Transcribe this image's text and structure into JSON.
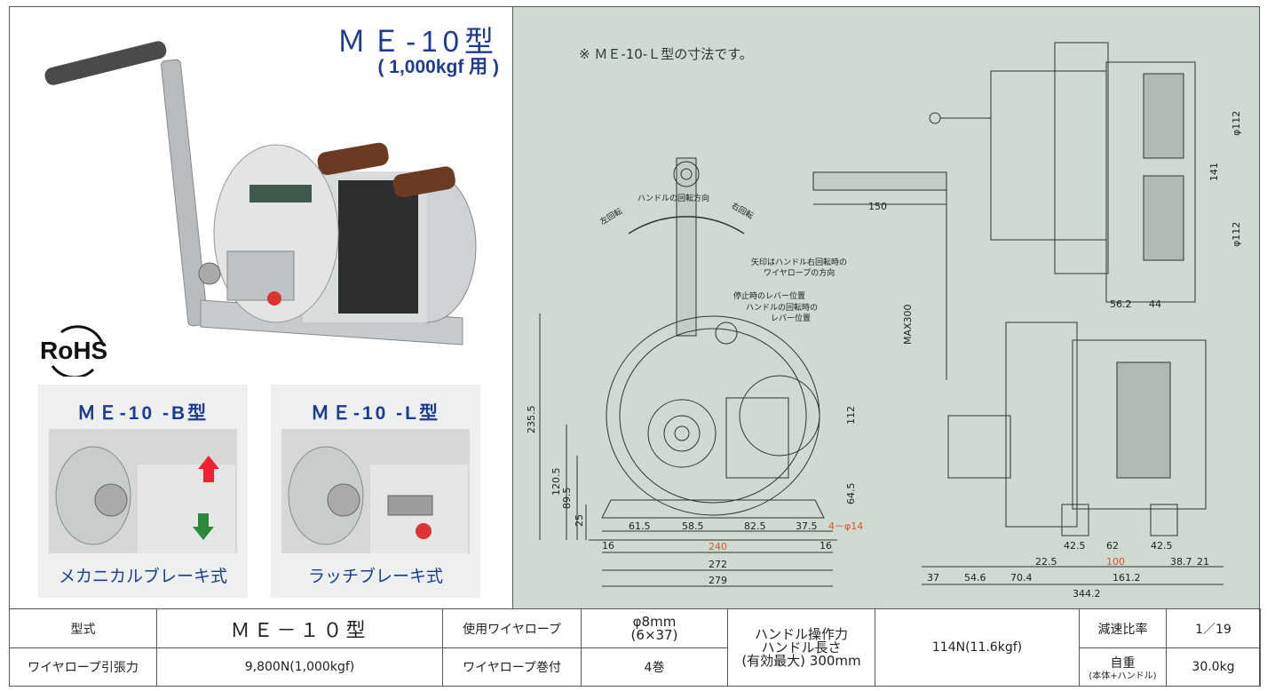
{
  "header": {
    "model": "ＭＥ-10型",
    "capacity": "( 1,000kgf 用 )"
  },
  "rohs_logo": "RoHS",
  "variants": [
    {
      "title": "ＭＥ-10 -B型",
      "caption": "メカニカルブレーキ式"
    },
    {
      "title": "ＭＥ-10 -L型",
      "caption": "ラッチブレーキ式"
    }
  ],
  "drawing": {
    "note": "※ ＭＥ-10-Ｌ型の寸法です。",
    "labels": {
      "rotation_dir": "ハンドルの回転方向",
      "left_turn": "左回転",
      "right_turn": "右回転",
      "arrow_note_1": "矢印はハンドル右回転時の",
      "arrow_note_2": "ワイヤロープの方向",
      "stop_lever": "停止時のレバー位置",
      "turn_lever_1": "ハンドルの回転時の",
      "turn_lever_2": "レバー位置",
      "hole": "4－φ14"
    },
    "dims": {
      "d150": "150",
      "dmax300": "MAX300",
      "d235": "235.5",
      "d120": "120.5",
      "d89": "89.5",
      "d25": "25",
      "d112a": "112",
      "d64": "64.5",
      "d615": "61.5",
      "d585": "58.5",
      "d825": "82.5",
      "d375": "37.5",
      "d16a": "16",
      "d16b": "16",
      "d240": "240",
      "d272": "272",
      "d279": "279",
      "d112b": "φ112",
      "d141": "141",
      "d112c": "φ112",
      "d562": "56.2",
      "d44": "44",
      "d425a": "42.5",
      "d62": "62",
      "d425b": "42.5",
      "d225": "22.5",
      "d100": "100",
      "d387": "38.7",
      "d21": "21",
      "d37": "37",
      "d546": "54.6",
      "d704": "70.4",
      "d1612": "161.2",
      "d3442": "344.2"
    }
  },
  "spec_table": {
    "row1": {
      "type_label": "型式",
      "type_value": "ＭＥ－１０型",
      "rope_label": "使用ワイヤロープ",
      "rope_value_1": "φ8mm",
      "rope_value_2": "(6×37)",
      "handle_label_1": "ハンドル操作力",
      "handle_label_2": "ハンドル長さ",
      "handle_label_3": "(有効最大) 300mm",
      "handle_value": "114N(11.6kgf)",
      "ratio_label": "減速比率",
      "ratio_value": "1／19"
    },
    "row2": {
      "tension_label": "ワイヤロープ引張力",
      "tension_value": "9,800N(1,000kgf)",
      "wind_label": "ワイヤロープ巻付",
      "wind_value": "4巻",
      "weight_label": "自重",
      "weight_note": "(本体+ハンドル)",
      "weight_value": "30.0kg"
    }
  },
  "colors": {
    "brand_blue": "#1d3c8f",
    "drawing_bg": "#cfdad0",
    "dim_red": "#d9542b"
  }
}
